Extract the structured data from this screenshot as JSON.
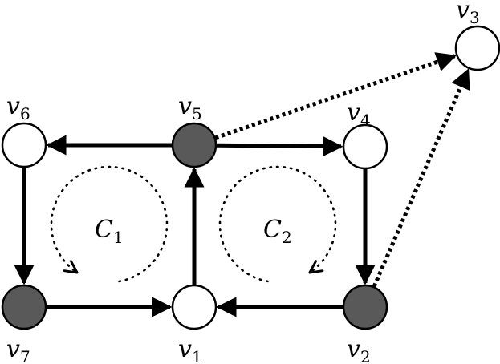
{
  "nodes": [
    {
      "id": "v1",
      "label": "v",
      "sub": "1",
      "fill": "#ffffff"
    },
    {
      "id": "v2",
      "label": "v",
      "sub": "2",
      "fill": "#595959"
    },
    {
      "id": "v3",
      "label": "v",
      "sub": "3",
      "fill": "#ffffff"
    },
    {
      "id": "v4",
      "label": "v",
      "sub": "4",
      "fill": "#ffffff"
    },
    {
      "id": "v5",
      "label": "v",
      "sub": "5",
      "fill": "#595959"
    },
    {
      "id": "v6",
      "label": "v",
      "sub": "6",
      "fill": "#ffffff"
    },
    {
      "id": "v7",
      "label": "v",
      "sub": "7",
      "fill": "#595959"
    }
  ],
  "edges": [
    {
      "from": "v5",
      "to": "v6",
      "style": "solid"
    },
    {
      "from": "v5",
      "to": "v4",
      "style": "solid"
    },
    {
      "from": "v6",
      "to": "v7",
      "style": "solid"
    },
    {
      "from": "v7",
      "to": "v1",
      "style": "solid"
    },
    {
      "from": "v1",
      "to": "v5",
      "style": "solid"
    },
    {
      "from": "v4",
      "to": "v2",
      "style": "solid"
    },
    {
      "from": "v2",
      "to": "v1",
      "style": "solid"
    },
    {
      "from": "v5",
      "to": "v3",
      "style": "dotted"
    },
    {
      "from": "v2",
      "to": "v3",
      "style": "dotted"
    }
  ],
  "cycles": [
    {
      "id": "C1",
      "label": "C",
      "sub": "1"
    },
    {
      "id": "C2",
      "label": "C",
      "sub": "2"
    }
  ],
  "colors": {
    "shaded_node": "#595959",
    "open_node": "#ffffff",
    "stroke": "#000000"
  }
}
